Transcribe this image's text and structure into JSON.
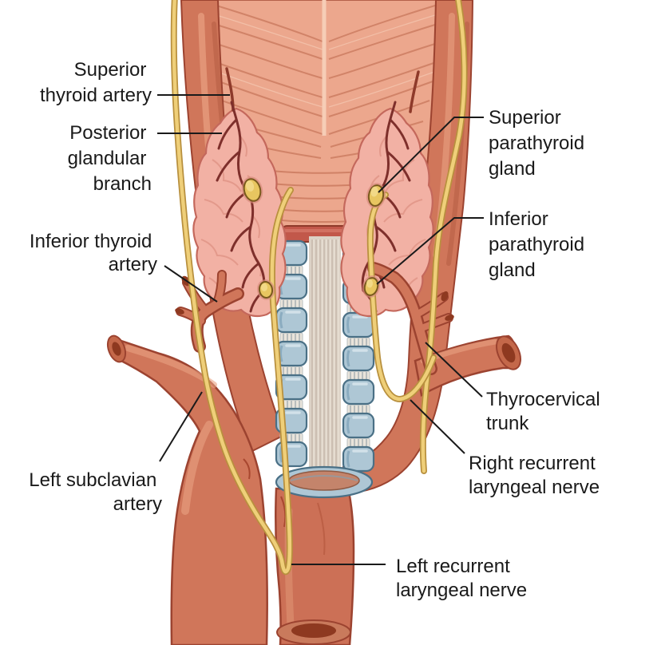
{
  "labels": [
    {
      "id": "superior-thyroid-artery",
      "lines": [
        "Superior",
        "thyroid artery"
      ]
    },
    {
      "id": "posterior-glandular-branch",
      "lines": [
        "Posterior",
        "glandular",
        "branch"
      ]
    },
    {
      "id": "inferior-thyroid-artery",
      "lines": [
        "Inferior thyroid",
        "artery"
      ]
    },
    {
      "id": "left-subclavian-artery",
      "lines": [
        "Left subclavian",
        "artery"
      ]
    },
    {
      "id": "superior-parathyroid-gland",
      "lines": [
        "Superior",
        "parathyroid",
        "gland"
      ]
    },
    {
      "id": "inferior-parathyroid-gland",
      "lines": [
        "Inferior",
        "parathyroid",
        "gland"
      ]
    },
    {
      "id": "thyrocervical-trunk",
      "lines": [
        "Thyrocervical",
        "trunk"
      ]
    },
    {
      "id": "right-recurrent-laryngeal-nerve",
      "lines": [
        "Right recurrent",
        "laryngeal nerve"
      ]
    },
    {
      "id": "left-recurrent-laryngeal-nerve",
      "lines": [
        "Left recurrent",
        "laryngeal nerve"
      ]
    }
  ],
  "colors": {
    "background": "#ffffff",
    "label_text": "#1a1a1a",
    "leader_line": "#1a1a1a",
    "muscle": "#eca78d",
    "muscle_fiber": "#cb7a5f",
    "muscle_outline": "#b5604a",
    "artery": "#d0765a",
    "artery_outline": "#9c4330",
    "artery_lumen": "#8e3920",
    "thyroid_gland": "#f2b1a4",
    "thyroid_outline": "#c4685c",
    "gland_vessel": "#7e2f2b",
    "nerve": "#efcf79",
    "nerve_outline": "#b8903e",
    "parathyroid": "#e8c660",
    "parathyroid_outline": "#7a5a1e",
    "tracheal_cartilage": "#aec7d5",
    "cartilage_outline": "#4a7086",
    "tracheal_membrane": "#dcd2c6",
    "cricoid_band": "#c2584a"
  }
}
